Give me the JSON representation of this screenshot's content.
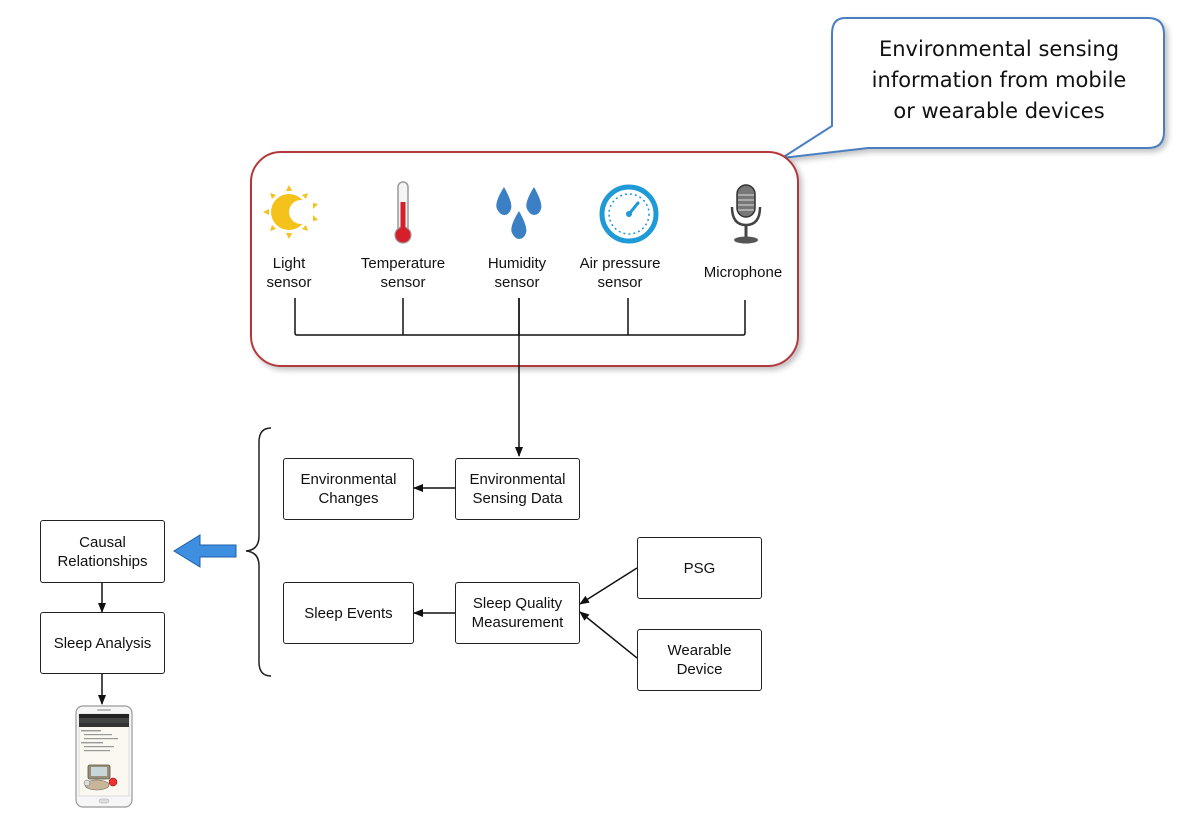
{
  "callout": {
    "text": "Environmental sensing\ninformation from mobile\nor wearable devices"
  },
  "sensors": [
    {
      "label": "Light\nsensor",
      "icon": "sun-icon"
    },
    {
      "label": "Temperature\nsensor",
      "icon": "thermometer-icon"
    },
    {
      "label": "Humidity\nsensor",
      "icon": "water-drops-icon"
    },
    {
      "label": "Air pressure\nsensor",
      "icon": "gauge-icon"
    },
    {
      "label": "Microphone",
      "icon": "microphone-icon"
    }
  ],
  "boxes": {
    "environmental_sensing_data": "Environmental\nSensing Data",
    "environmental_changes": "Environmental\nChanges",
    "sleep_quality_measurement": "Sleep Quality\nMeasurement",
    "sleep_events": "Sleep  Events",
    "psg": "PSG",
    "wearable_device": "Wearable\nDevice",
    "causal_relationships": "Causal\nRelationships",
    "sleep_analysis": "Sleep Analysis"
  },
  "colors": {
    "sensor_group_border": "#b3393a",
    "callout_border": "#4a7fc0",
    "big_arrow": "#3f8fe0",
    "sun": "#f4c21b",
    "thermometer": "#d61f2a",
    "drops": "#3b80c4",
    "gauge": "#1e9ad6"
  },
  "phone_icon": "smartphone-icon"
}
